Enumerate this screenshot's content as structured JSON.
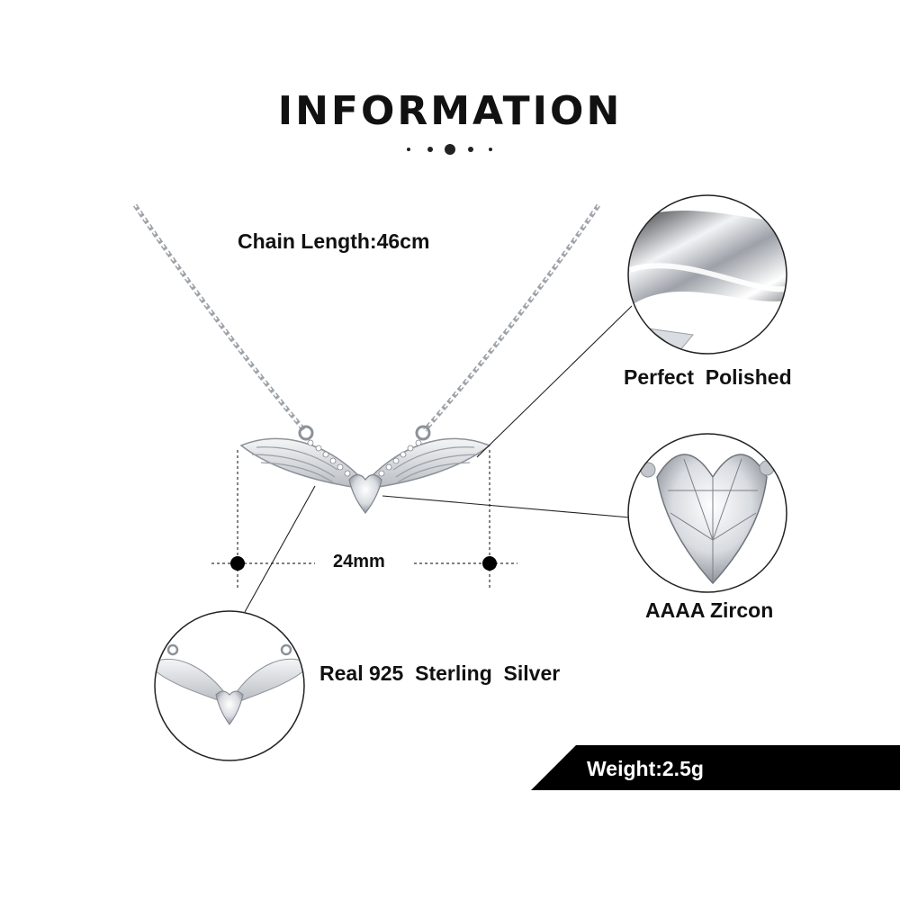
{
  "header": {
    "title": "INFORMATION"
  },
  "specs": {
    "chain_length": "Chain Length:46cm",
    "width": "24mm",
    "finish": "Perfect  Polished",
    "stone": "AAAA Zircon",
    "material": "Real 925  Sterling  Silver",
    "weight": "Weight:2.5g"
  },
  "colors": {
    "text": "#111111",
    "banner": "#000000",
    "silver": "#c9ccd1"
  },
  "icons": [
    "necklace-photo",
    "polished-closeup",
    "zircon-closeup",
    "silver-closeup"
  ]
}
